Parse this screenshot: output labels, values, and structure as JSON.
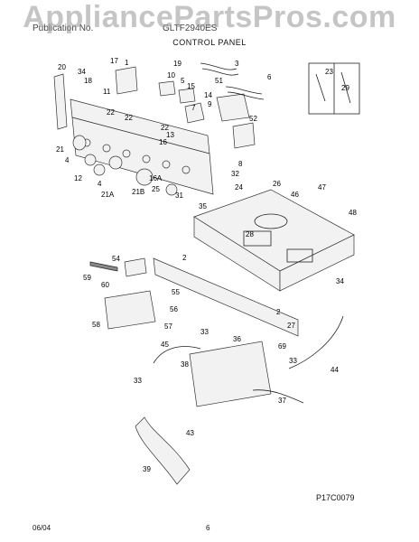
{
  "header": {
    "left_text": "Publication No.",
    "right_text": "GLTF2940ES",
    "watermark": "AppliancePartsPros.com",
    "section_title": "CONTROL PANEL"
  },
  "diagram": {
    "code": "P17C0079",
    "labels": [
      "20",
      "34",
      "18",
      "17",
      "1",
      "19",
      "3",
      "23",
      "29",
      "10",
      "5",
      "51",
      "6",
      "15",
      "14",
      "9",
      "7",
      "11",
      "22",
      "22",
      "52",
      "22",
      "13",
      "16",
      "8",
      "32",
      "21",
      "4",
      "12",
      "4",
      "21A",
      "21B",
      "16A",
      "25",
      "31",
      "24",
      "35",
      "26",
      "46",
      "47",
      "48",
      "28",
      "34",
      "54",
      "2",
      "59",
      "60",
      "55",
      "56",
      "58",
      "57",
      "2",
      "27",
      "33",
      "45",
      "36",
      "69",
      "33",
      "44",
      "38",
      "33",
      "37",
      "43",
      "39"
    ]
  },
  "footer": {
    "date": "06/04",
    "page": "6"
  }
}
